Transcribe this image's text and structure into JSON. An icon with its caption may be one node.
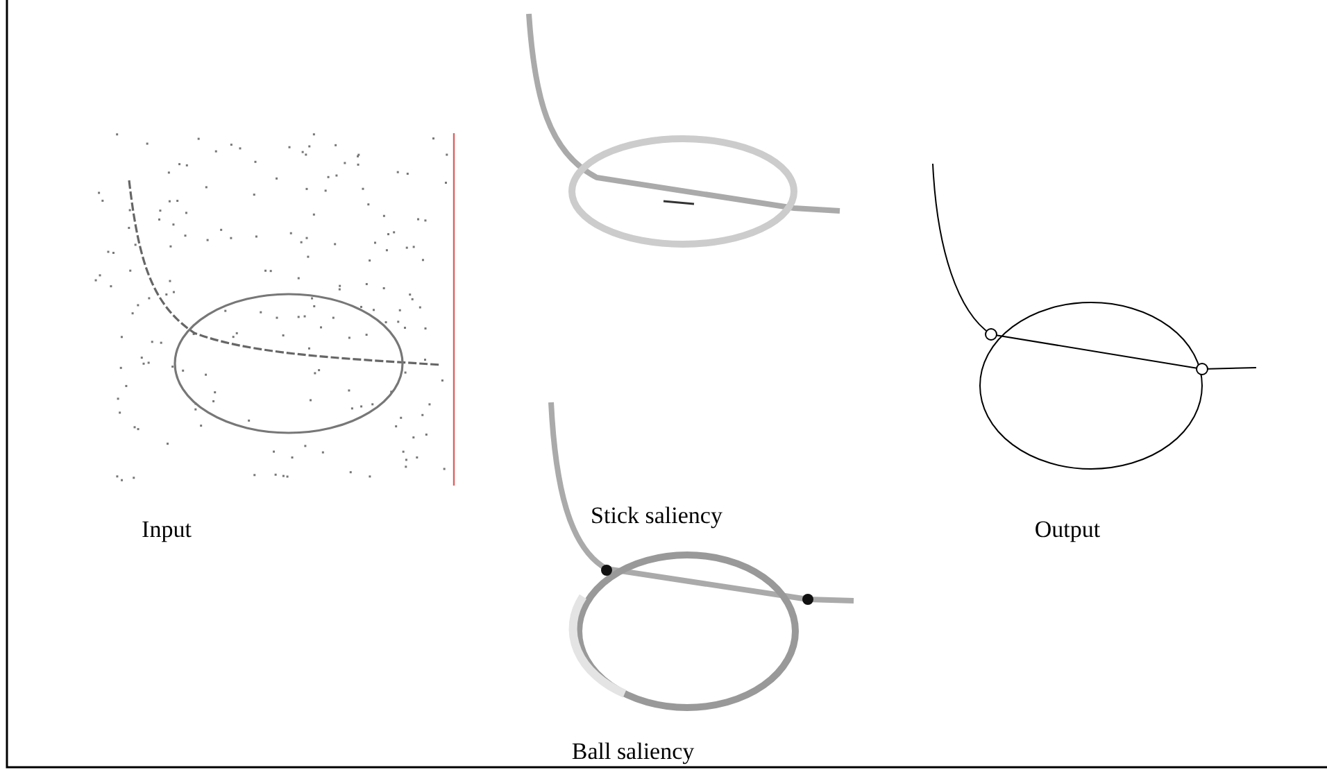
{
  "diagram": {
    "labels": [
      "Input",
      "Stick saliency",
      "Output",
      "Ball saliency"
    ]
  }
}
